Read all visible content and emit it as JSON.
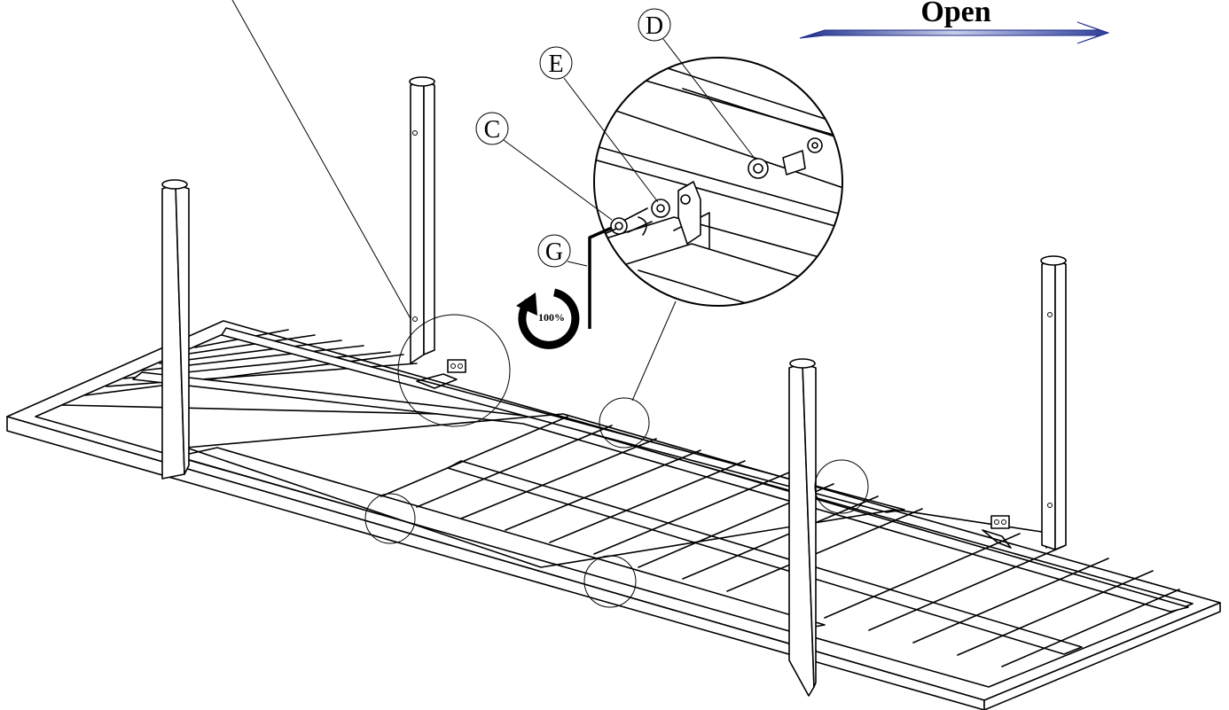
{
  "direction_arrow": {
    "label": "Open",
    "color": "#3f4fa6"
  },
  "callouts": [
    {
      "id": "callout-c",
      "label": "C"
    },
    {
      "id": "callout-d",
      "label": "D"
    },
    {
      "id": "callout-e",
      "label": "E"
    },
    {
      "id": "callout-g",
      "label": "G"
    }
  ],
  "torque_indicator": {
    "label": "100%",
    "icon": "clockwise-rotation-icon"
  },
  "tools": {
    "g_icon": "hex-key-icon"
  }
}
